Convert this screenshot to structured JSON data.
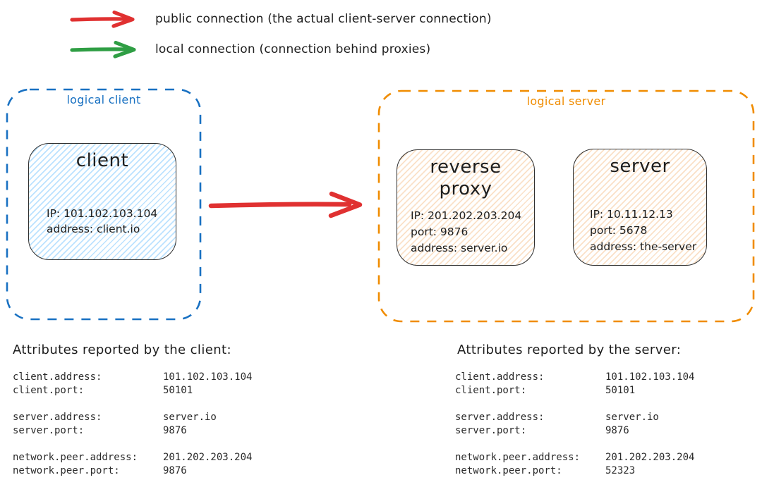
{
  "legend": {
    "items": [
      {
        "name": "public-connection",
        "label": "public connection (the actual client-server connection)",
        "color": "#e03131"
      },
      {
        "name": "local-connection",
        "label": "local connection (connection behind proxies)",
        "color": "#2f9e44"
      }
    ]
  },
  "diagram": {
    "connection": {
      "color": "#e03131"
    },
    "logical_client": {
      "label": "logical client",
      "color": "#1971c2",
      "fill": "#a5d8ff",
      "nodes": [
        {
          "title": "client",
          "lines": [
            "IP: 101.102.103.104",
            "address: client.io"
          ]
        }
      ]
    },
    "logical_server": {
      "label": "logical server",
      "color": "#f08c00",
      "fill": "#f3bc84",
      "nodes": [
        {
          "title": "reverse proxy",
          "lines": [
            "IP: 201.202.203.204",
            "port: 9876",
            "address: server.io"
          ]
        },
        {
          "title": "server",
          "lines": [
            "IP: 10.11.12.13",
            "port: 5678",
            "address: the-server"
          ]
        }
      ]
    }
  },
  "attributes_client": {
    "title": "Attributes reported by the client:",
    "groups": [
      [
        {
          "key": "client.address:",
          "value": "101.102.103.104"
        },
        {
          "key": "client.port:",
          "value": "50101"
        }
      ],
      [
        {
          "key": "server.address:",
          "value": "server.io"
        },
        {
          "key": "server.port:",
          "value": "9876"
        }
      ],
      [
        {
          "key": "network.peer.address:",
          "value": "201.202.203.204"
        },
        {
          "key": "network.peer.port:",
          "value": "9876"
        }
      ]
    ]
  },
  "attributes_server": {
    "title": "Attributes reported by the server:",
    "groups": [
      [
        {
          "key": "client.address:",
          "value": "101.102.103.104"
        },
        {
          "key": "client.port:",
          "value": "50101"
        }
      ],
      [
        {
          "key": "server.address:",
          "value": "server.io"
        },
        {
          "key": "server.port:",
          "value": "9876"
        }
      ],
      [
        {
          "key": "network.peer.address:",
          "value": "201.202.203.204"
        },
        {
          "key": "network.peer.port:",
          "value": "52323"
        }
      ]
    ]
  }
}
